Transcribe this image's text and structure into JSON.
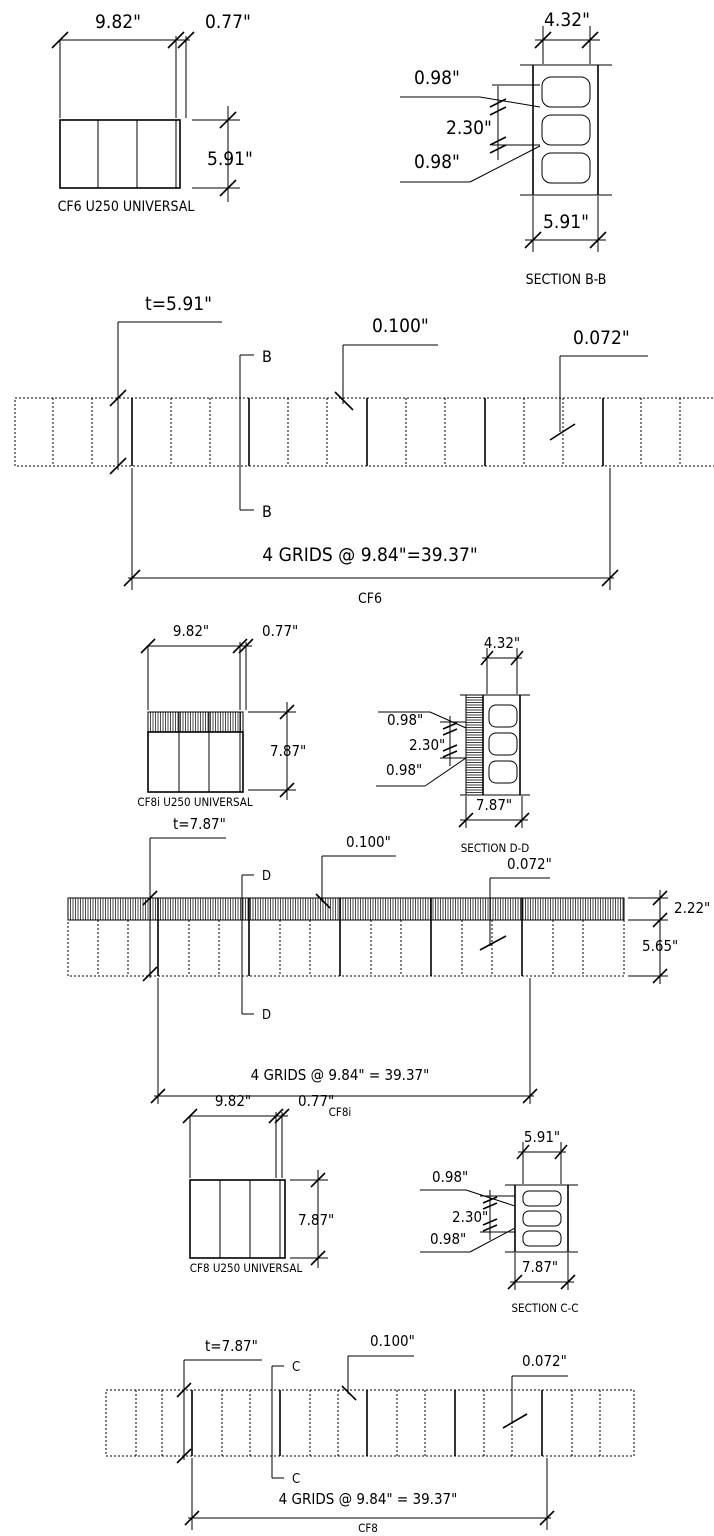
{
  "section1": {
    "panel": {
      "width": "9.82\"",
      "lip": "0.77\"",
      "height": "5.91\"",
      "caption": "CF6 U250 UNIVERSAL"
    },
    "section": {
      "top": "4.32\"",
      "gap_top": "0.98\"",
      "pitch": "2.30\"",
      "gap_bottom": "0.98\"",
      "width": "5.91\"",
      "caption": "SECTION B-B"
    },
    "plan": {
      "thickness": "t=5.91\"",
      "web": "0.100\"",
      "flange": "0.072\"",
      "cut_mark": "B",
      "grids": "4 GRIDS @ 9.84\"=39.37\"",
      "caption": "CF6"
    }
  },
  "section2": {
    "panel": {
      "width": "9.82\"",
      "lip": "0.77\"",
      "height": "7.87\"",
      "caption": "CF8i U250 UNIVERSAL"
    },
    "section": {
      "top": "4.32\"",
      "gap_top": "0.98\"",
      "pitch": "2.30\"",
      "gap_bottom": "0.98\"",
      "width": "7.87\"",
      "caption": "SECTION D-D"
    },
    "plan": {
      "thickness": "t=7.87\"",
      "web": "0.100\"",
      "flange": "0.072\"",
      "cut_mark": "D",
      "insulation": "2.22\"",
      "core": "5.65\"",
      "grids": "4 GRIDS @ 9.84\" = 39.37\"",
      "caption": "CF8i"
    }
  },
  "section3": {
    "panel": {
      "width": "9.82\"",
      "lip": "0.77\"",
      "height": "7.87\"",
      "caption": "CF8 U250 UNIVERSAL"
    },
    "section": {
      "top": "5.91\"",
      "gap_top": "0.98\"",
      "pitch": "2.30\"",
      "gap_bottom": "0.98\"",
      "width": "7.87\"",
      "caption": "SECTION C-C"
    },
    "plan": {
      "thickness": "t=7.87\"",
      "web": "0.100\"",
      "flange": "0.072\"",
      "cut_mark": "C",
      "grids": "4 GRIDS @ 9.84\" = 39.37\"",
      "caption": "CF8"
    }
  }
}
